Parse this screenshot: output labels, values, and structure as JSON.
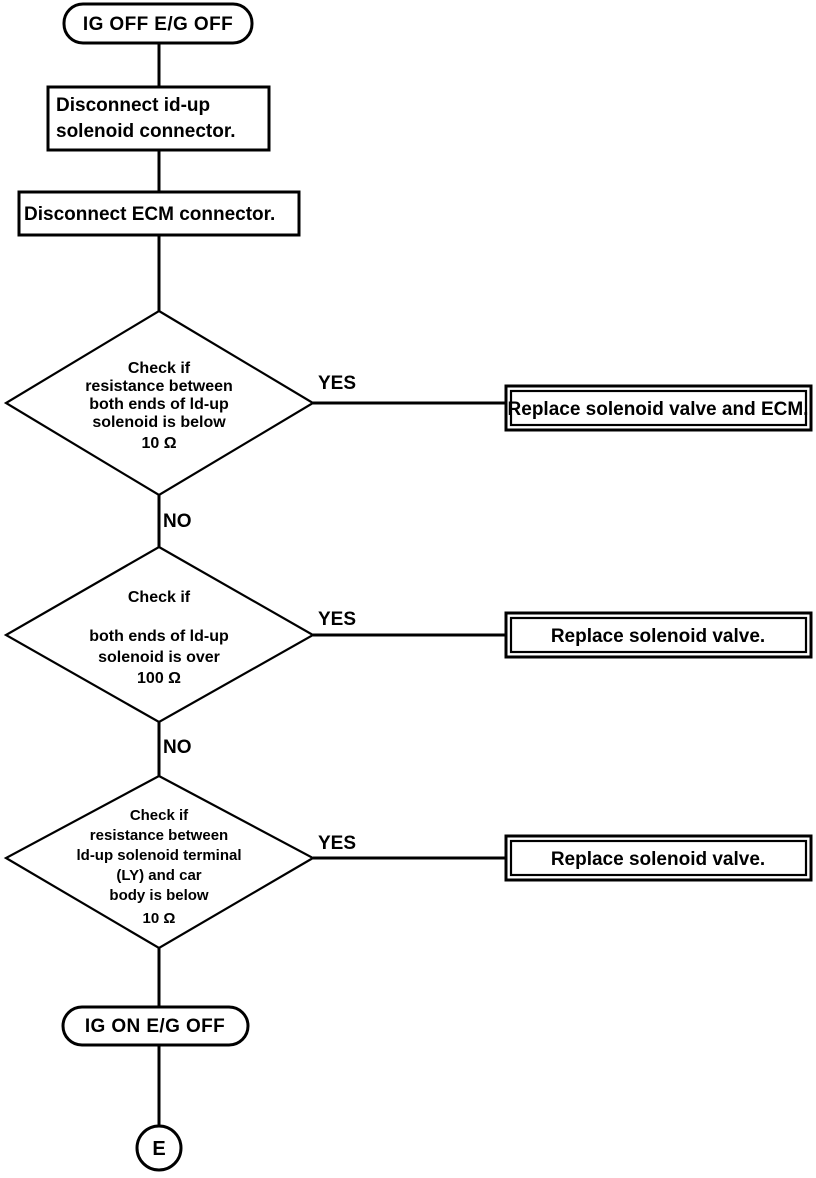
{
  "diagram": {
    "title": "Id-up solenoid / ECM resistance diagnostic flowchart",
    "type": "flowchart",
    "stroke_color": "#000000",
    "fill_color": "#ffffff",
    "nodes": {
      "start_terminal": {
        "label": "IG OFF  E/G OFF"
      },
      "step1": {
        "line1": "Disconnect id-up",
        "line2": "solenoid connector."
      },
      "step2": {
        "line1": "Disconnect ECM connector."
      },
      "decision1": {
        "line1": "Check if",
        "line2": "resistance between",
        "line3": "both ends of ld-up",
        "line4": "solenoid is below",
        "line5": "10 Ω",
        "yes_label": "YES",
        "no_label": "NO"
      },
      "result1": {
        "label": "Replace solenoid valve and ECM."
      },
      "decision2": {
        "line1": "Check if",
        "line2": "",
        "line3": "both ends of ld-up",
        "line4": "solenoid is over",
        "line5": "100 Ω",
        "yes_label": "YES",
        "no_label": "NO"
      },
      "result2": {
        "label": "Replace solenoid valve."
      },
      "decision3": {
        "line1": "Check if",
        "line2": "resistance between",
        "line3": "ld-up solenoid terminal",
        "line4": "(LY) and car",
        "line5": "body is below",
        "line6": "10 Ω",
        "yes_label": "YES"
      },
      "result3": {
        "label": "Replace solenoid valve."
      },
      "end_terminal": {
        "label": "IG ON  E/G OFF"
      },
      "connector_e": {
        "label": "E"
      }
    }
  }
}
